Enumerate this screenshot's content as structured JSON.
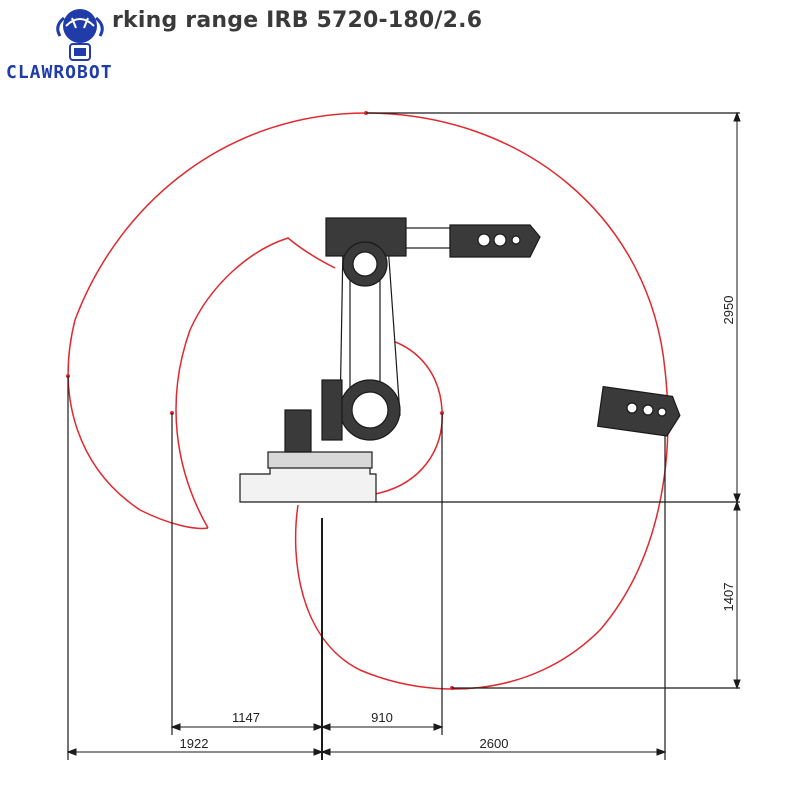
{
  "title": "rking range IRB 5720-180/2.6",
  "logo": {
    "text": "CLAWROBOT",
    "icon": "robot-claw-logo-icon",
    "color": "#1f3ca8"
  },
  "dimensions": {
    "height_up": "2950",
    "height_down": "1407",
    "reach_inner_left": "1147",
    "reach_inner_right": "910",
    "reach_outer_left": "1922",
    "reach_outer_right": "2600"
  },
  "colors": {
    "envelope": "#e0282e",
    "lines": "#1a1a1a"
  }
}
